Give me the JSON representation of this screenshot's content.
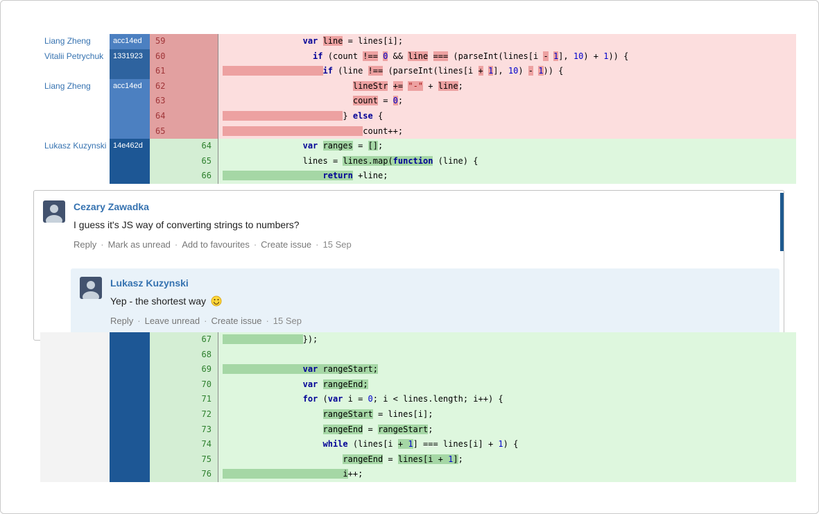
{
  "colors": {
    "commits": {
      "acc14ed": "#4c80c1",
      "1331923": "#2e639f",
      "14e462d": "#1d5795"
    },
    "removed_bg": "#fcdede",
    "removed_hl": "#eda1a1",
    "removed_num_bg": "#e2a0a0",
    "removed_num_text": "#a03538",
    "added_bg": "#def7de",
    "added_hl": "#a5d7a5",
    "added_num_bg": "#d4eed4",
    "added_num_text": "#2c7f2c",
    "keyword": "#000096",
    "number": "#0000cc",
    "string": "#a31515",
    "link": "#3572b0",
    "unread_bar": "#1f5a8f",
    "reply_bg": "#e9f2f9"
  },
  "diff_top": [
    {
      "type": "removed",
      "author": "Liang Zheng",
      "commit": "acc14ed",
      "ckey": "acc14ed",
      "old": "59",
      "new": "",
      "tokens": [
        [
          "                ",
          ""
        ],
        [
          "var",
          "k"
        ],
        [
          " ",
          ""
        ],
        [
          "line",
          "hl"
        ],
        [
          " = lines[i];",
          ""
        ]
      ]
    },
    {
      "type": "removed",
      "author": "Vitalii Petrychuk",
      "commit": "1331923",
      "ckey": "1331923",
      "old": "60",
      "new": "",
      "tokens": [
        [
          "                  ",
          ""
        ],
        [
          "if",
          "k"
        ],
        [
          " (count ",
          ""
        ],
        [
          "!==",
          "hl"
        ],
        [
          " ",
          ""
        ],
        [
          "0",
          "n hl"
        ],
        [
          " && ",
          ""
        ],
        [
          "line",
          "hl"
        ],
        [
          " ",
          ""
        ],
        [
          "===",
          "hl"
        ],
        [
          " (parseInt(lines[i ",
          ""
        ],
        [
          "-",
          "hl"
        ],
        [
          " ",
          ""
        ],
        [
          "1",
          "n hl"
        ],
        [
          "], ",
          ""
        ],
        [
          "10",
          "n"
        ],
        [
          ") + ",
          ""
        ],
        [
          "1",
          "n"
        ],
        [
          ")) {",
          ""
        ]
      ]
    },
    {
      "type": "removed",
      "author": "",
      "commit": "",
      "ckey": "1331923",
      "old": "61",
      "new": "",
      "tokens": [
        [
          "                    ",
          "hl"
        ],
        [
          "if",
          "k"
        ],
        [
          " (line ",
          ""
        ],
        [
          "!==",
          "hl"
        ],
        [
          " (parseInt(lines[i ",
          ""
        ],
        [
          "+",
          "hl"
        ],
        [
          " ",
          ""
        ],
        [
          "1",
          "n hl"
        ],
        [
          "], ",
          ""
        ],
        [
          "10",
          "n"
        ],
        [
          ") ",
          ""
        ],
        [
          "-",
          "hl"
        ],
        [
          " ",
          ""
        ],
        [
          "1",
          "n hl"
        ],
        [
          ")) {",
          ""
        ]
      ]
    },
    {
      "type": "removed",
      "author": "Liang Zheng",
      "commit": "acc14ed",
      "ckey": "acc14ed",
      "old": "62",
      "new": "",
      "tokens": [
        [
          "                          ",
          ""
        ],
        [
          "lineStr",
          "hl"
        ],
        [
          " ",
          ""
        ],
        [
          "+=",
          "hl"
        ],
        [
          " ",
          ""
        ],
        [
          "\"-\"",
          "s hl"
        ],
        [
          " + ",
          ""
        ],
        [
          "line",
          "hl"
        ],
        [
          ";",
          ""
        ]
      ]
    },
    {
      "type": "removed",
      "author": "",
      "commit": "",
      "ckey": "acc14ed",
      "old": "63",
      "new": "",
      "tokens": [
        [
          "                          ",
          ""
        ],
        [
          "count",
          "hl"
        ],
        [
          " = ",
          ""
        ],
        [
          "0",
          "n hl"
        ],
        [
          ";",
          ""
        ]
      ]
    },
    {
      "type": "removed",
      "author": "",
      "commit": "",
      "ckey": "acc14ed",
      "old": "64",
      "new": "",
      "tokens": [
        [
          "                        ",
          "hl"
        ],
        [
          "} ",
          ""
        ],
        [
          "else",
          "k"
        ],
        [
          " {",
          ""
        ]
      ]
    },
    {
      "type": "removed",
      "author": "",
      "commit": "",
      "ckey": "acc14ed",
      "old": "65",
      "new": "",
      "tokens": [
        [
          "                            ",
          "hl"
        ],
        [
          "count++;",
          ""
        ]
      ]
    },
    {
      "type": "added",
      "author": "Lukasz Kuzynski",
      "commit": "14e462d",
      "ckey": "14e462d",
      "old": "",
      "new": "64",
      "tokens": [
        [
          "                ",
          ""
        ],
        [
          "var",
          "k"
        ],
        [
          " ",
          ""
        ],
        [
          "ranges",
          "hl"
        ],
        [
          " = ",
          ""
        ],
        [
          "[]",
          "hl"
        ],
        [
          ";",
          ""
        ]
      ]
    },
    {
      "type": "added",
      "author": "",
      "commit": "",
      "ckey": "14e462d",
      "old": "",
      "new": "65",
      "tokens": [
        [
          "                ",
          ""
        ],
        [
          "lines = ",
          ""
        ],
        [
          "lines.map(",
          "hl"
        ],
        [
          "function",
          "k hl"
        ],
        [
          " (line) {",
          ""
        ]
      ]
    },
    {
      "type": "added",
      "author": "",
      "commit": "",
      "ckey": "14e462d",
      "old": "",
      "new": "66",
      "tokens": [
        [
          "                    ",
          "hl"
        ],
        [
          "return",
          "k hl"
        ],
        [
          " +line;",
          ""
        ]
      ]
    }
  ],
  "diff_bottom": [
    {
      "type": "added",
      "author": "",
      "commit": "",
      "ckey": "14e462d",
      "old": "",
      "new": "67",
      "tokens": [
        [
          "                ",
          "hl"
        ],
        [
          "});",
          ""
        ]
      ]
    },
    {
      "type": "added",
      "author": "",
      "commit": "",
      "ckey": "14e462d",
      "old": "",
      "new": "68",
      "tokens": []
    },
    {
      "type": "added",
      "author": "",
      "commit": "",
      "ckey": "14e462d",
      "old": "",
      "new": "69",
      "tokens": [
        [
          "                ",
          "hl"
        ],
        [
          "var",
          "k hl"
        ],
        [
          " rangeStart;",
          "hl"
        ]
      ]
    },
    {
      "type": "added",
      "author": "",
      "commit": "",
      "ckey": "14e462d",
      "old": "",
      "new": "70",
      "tokens": [
        [
          "                ",
          ""
        ],
        [
          "var",
          "k"
        ],
        [
          " ",
          ""
        ],
        [
          "rangeEnd;",
          "hl"
        ]
      ]
    },
    {
      "type": "added",
      "author": "",
      "commit": "",
      "ckey": "14e462d",
      "old": "",
      "new": "71",
      "tokens": [
        [
          "                ",
          ""
        ],
        [
          "for",
          "k"
        ],
        [
          " (",
          ""
        ],
        [
          "var",
          "k"
        ],
        [
          " i = ",
          ""
        ],
        [
          "0",
          "n"
        ],
        [
          "; i < lines.length; i++) {",
          ""
        ]
      ]
    },
    {
      "type": "added",
      "author": "",
      "commit": "",
      "ckey": "14e462d",
      "old": "",
      "new": "72",
      "tokens": [
        [
          "                    ",
          ""
        ],
        [
          "rangeStart",
          "hl"
        ],
        [
          " = lines[i];",
          ""
        ]
      ]
    },
    {
      "type": "added",
      "author": "",
      "commit": "",
      "ckey": "14e462d",
      "old": "",
      "new": "73",
      "tokens": [
        [
          "                    ",
          ""
        ],
        [
          "rangeEnd",
          "hl"
        ],
        [
          " = ",
          ""
        ],
        [
          "rangeStart",
          "hl"
        ],
        [
          ";",
          ""
        ]
      ]
    },
    {
      "type": "added",
      "author": "",
      "commit": "",
      "ckey": "14e462d",
      "old": "",
      "new": "74",
      "tokens": [
        [
          "                    ",
          ""
        ],
        [
          "while",
          "k"
        ],
        [
          " (lines[i ",
          ""
        ],
        [
          "+",
          "hl"
        ],
        [
          " ",
          "hl"
        ],
        [
          "1",
          "n hl"
        ],
        [
          "] === lines[i] + ",
          ""
        ],
        [
          "1",
          "n"
        ],
        [
          ") {",
          ""
        ]
      ]
    },
    {
      "type": "added",
      "author": "",
      "commit": "",
      "ckey": "14e462d",
      "old": "",
      "new": "75",
      "tokens": [
        [
          "                        ",
          ""
        ],
        [
          "rangeEnd",
          "hl"
        ],
        [
          " = ",
          ""
        ],
        [
          "lines[i ",
          "hl"
        ],
        [
          "+",
          "hl"
        ],
        [
          " ",
          "hl"
        ],
        [
          "1",
          "n hl"
        ],
        [
          "]",
          "hl"
        ],
        [
          ";",
          ""
        ]
      ]
    },
    {
      "type": "added",
      "author": "",
      "commit": "",
      "ckey": "14e462d",
      "old": "",
      "new": "76",
      "tokens": [
        [
          "                        ",
          "hl"
        ],
        [
          "i",
          "hl"
        ],
        [
          "++;",
          ""
        ]
      ]
    }
  ],
  "comments": {
    "root": {
      "author": "Cezary Zawadka",
      "body": "I guess it's JS way of converting strings to numbers?",
      "actions": [
        "Reply",
        "Mark as unread",
        "Add to favourites",
        "Create issue"
      ],
      "timestamp": "15 Sep"
    },
    "reply": {
      "author": "Lukasz Kuzynski",
      "body": "Yep - the shortest way",
      "emoticon": "smiley",
      "actions": [
        "Reply",
        "Leave unread",
        "Create issue"
      ],
      "timestamp": "15 Sep"
    }
  }
}
